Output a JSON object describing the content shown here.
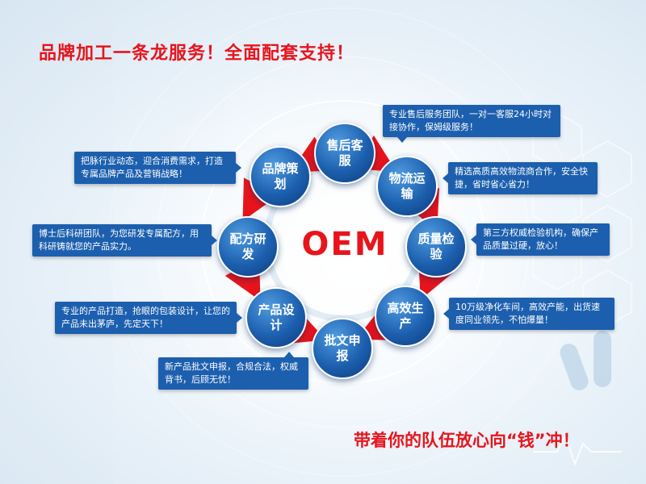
{
  "headline": "品牌加工一条龙服务！全面配套支持！",
  "tagline": "带着你的队伍放心向“钱”冲！",
  "logo": "OEM",
  "colors": {
    "accent_red": "#e8141c",
    "node_blue": "#1c5fae",
    "callout_blue": "#1c5fae"
  },
  "steps": [
    {
      "label": "售后客服",
      "desc": "专业售后服务团队，一对一客服24小时对接协作，保姆级服务！"
    },
    {
      "label": "物流运输",
      "desc": "精选高质高效物流商合作，安全快捷，省时省心省力！"
    },
    {
      "label": "质量检验",
      "desc": "第三方权威检验机构，确保产品质量过硬，放心！"
    },
    {
      "label": "高效生产",
      "desc": "10万级净化车间，高效产能，出货速度同业领先，不怕爆量！"
    },
    {
      "label": "批文申报",
      "desc": "新产品批文申报，合规合法，权威背书，后顾无忧！"
    },
    {
      "label": "产品设计",
      "desc": "专业的产品打造，抢眼的包装设计，让您的产品未出茅庐，先定天下！"
    },
    {
      "label": "配方研发",
      "desc": "博士后科研团队，为您研发专属配方，用科研铸就您的产品实力。"
    },
    {
      "label": "品牌策划",
      "desc": "把脉行业动态，迎合消费需求，打造专属品牌产品及营销战略！"
    }
  ]
}
